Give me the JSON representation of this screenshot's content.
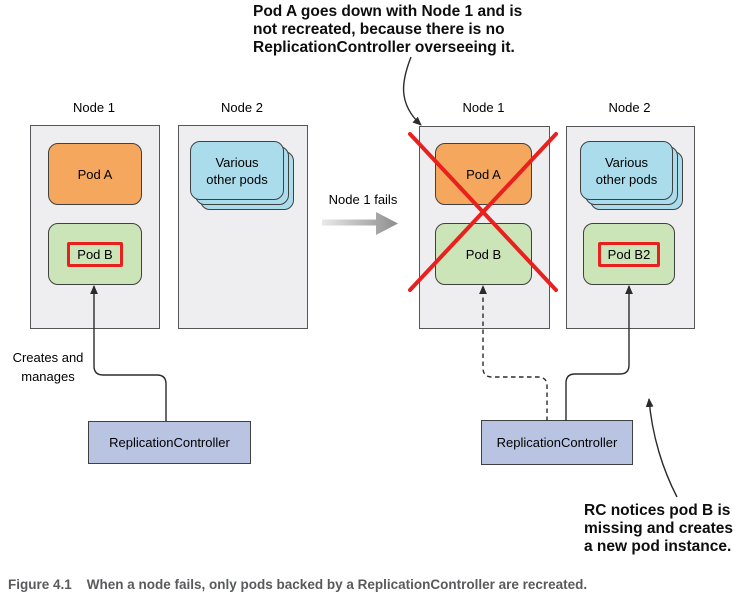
{
  "top_annotation": {
    "lines": [
      "Pod A goes down with Node 1 and is",
      "not recreated, because there is no",
      "ReplicationController overseeing it."
    ]
  },
  "transition": {
    "label": "Node 1 fails"
  },
  "before": {
    "node1": {
      "title": "Node 1",
      "pod_a": "Pod A",
      "pod_b": "Pod B"
    },
    "node2": {
      "title": "Node 2",
      "stack_label": "Various\nother pods"
    },
    "rc_label": "ReplicationController",
    "creates_label": "Creates and\nmanages"
  },
  "after": {
    "node1": {
      "title": "Node 1",
      "pod_a": "Pod A",
      "pod_b": "Pod B"
    },
    "node2": {
      "title": "Node 2",
      "stack_label": "Various\nother pods",
      "pod_b2": "Pod B2"
    },
    "rc_label": "ReplicationController"
  },
  "bottom_annotation": {
    "lines": [
      "RC notices pod B is",
      "missing and creates",
      "a new pod instance."
    ]
  },
  "caption": {
    "figure": "Figure 4.1",
    "text": "When a node fails, only pods backed by a ReplicationController are recreated."
  },
  "colors": {
    "node_fill": "#eeeef0",
    "node_border": "#55565a",
    "pod_border": "#3f4040",
    "pod_orange": "#f6a75e",
    "pod_green": "#cbe4b8",
    "pod_blue": "#abdcec",
    "rc_fill": "#b9c4e3",
    "highlight_red": "#e8211f",
    "caption_gray": "#595a5c",
    "connector_black": "#2b2b2b"
  }
}
